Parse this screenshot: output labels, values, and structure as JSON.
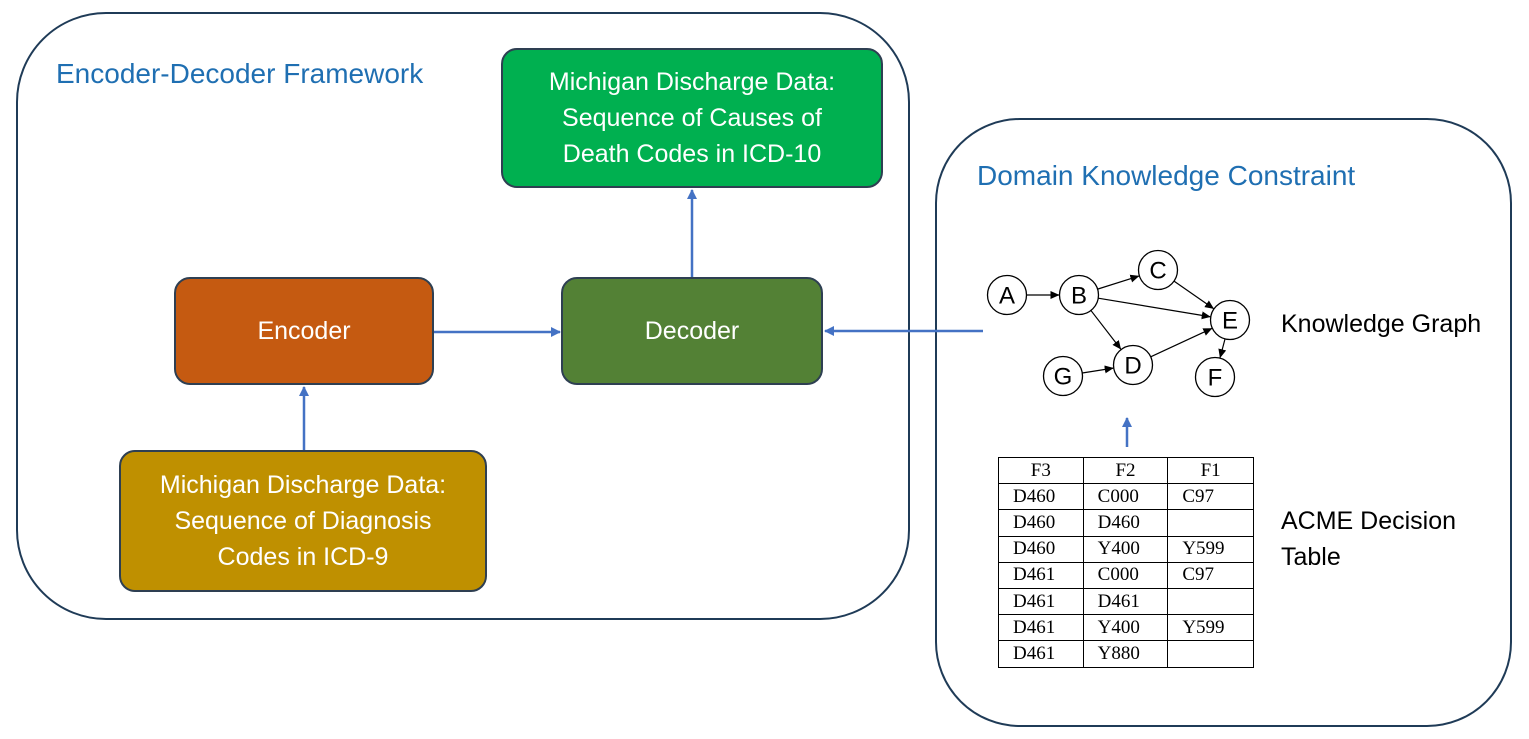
{
  "framework": {
    "title": "Encoder-Decoder Framework",
    "output_box": [
      "Michigan Discharge Data:",
      "Sequence of Causes of",
      "Death Codes in ICD-10"
    ],
    "encoder_label": "Encoder",
    "decoder_label": "Decoder",
    "input_box": [
      "Michigan Discharge Data:",
      "Sequence of Diagnosis",
      "Codes in ICD-9"
    ]
  },
  "domain_knowledge": {
    "title": "Domain Knowledge Constraint",
    "knowledge_graph_label": "Knowledge Graph",
    "acme_label": [
      "ACME Decision",
      "Table"
    ],
    "graph": {
      "nodes": [
        "A",
        "B",
        "C",
        "D",
        "E",
        "F",
        "G"
      ],
      "edges": [
        [
          "A",
          "B"
        ],
        [
          "B",
          "C"
        ],
        [
          "B",
          "E"
        ],
        [
          "B",
          "D"
        ],
        [
          "C",
          "E"
        ],
        [
          "D",
          "E"
        ],
        [
          "E",
          "F"
        ],
        [
          "G",
          "D"
        ]
      ]
    },
    "acme_table": {
      "headers": [
        "F3",
        "F2",
        "F1"
      ],
      "rows": [
        [
          "D460",
          "C000",
          "C97"
        ],
        [
          "D460",
          "D460",
          ""
        ],
        [
          "D460",
          "Y400",
          "Y599"
        ],
        [
          "D461",
          "C000",
          "C97"
        ],
        [
          "D461",
          "D461",
          ""
        ],
        [
          "D461",
          "Y400",
          "Y599"
        ],
        [
          "D461",
          "Y880",
          ""
        ]
      ]
    }
  },
  "colors": {
    "title_blue": "#1f6fb2",
    "arrow": "#4472c4",
    "output_green": "#00b050",
    "encoder_orange": "#c55a11",
    "decoder_green": "#538135",
    "input_gold": "#bf9000"
  }
}
